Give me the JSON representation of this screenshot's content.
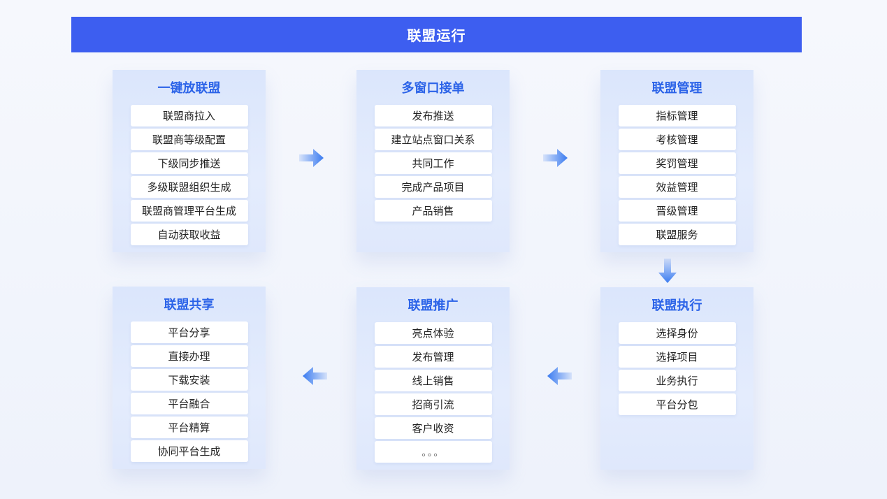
{
  "banner": {
    "title": "联盟运行"
  },
  "cards": [
    {
      "title": "一键放联盟",
      "items": [
        "联盟商拉入",
        "联盟商等级配置",
        "下级同步推送",
        "多级联盟组织生成",
        "联盟商管理平台生成",
        "自动获取收益"
      ]
    },
    {
      "title": "多窗口接单",
      "items": [
        "发布推送",
        "建立站点窗口关系",
        "共同工作",
        "完成产品项目",
        "产品销售"
      ]
    },
    {
      "title": "联盟管理",
      "items": [
        "指标管理",
        "考核管理",
        "奖罚管理",
        "效益管理",
        "晋级管理",
        "联盟服务"
      ]
    },
    {
      "title": "联盟共享",
      "items": [
        "平台分享",
        "直接办理",
        "下载安装",
        "平台融合",
        "平台精算",
        "协同平台生成"
      ]
    },
    {
      "title": "联盟推广",
      "items": [
        "亮点体验",
        "发布管理",
        "线上销售",
        "招商引流",
        "客户收资",
        "。。。"
      ]
    },
    {
      "title": "联盟执行",
      "items": [
        "选择身份",
        "选择项目",
        "业务执行",
        "平台分包"
      ]
    }
  ],
  "colors": {
    "banner": "#3d5ef0",
    "title": "#2b63e8",
    "arrow": "#3a7bf0"
  },
  "icons": [
    "arrow-right-icon",
    "arrow-down-icon",
    "arrow-left-icon"
  ]
}
